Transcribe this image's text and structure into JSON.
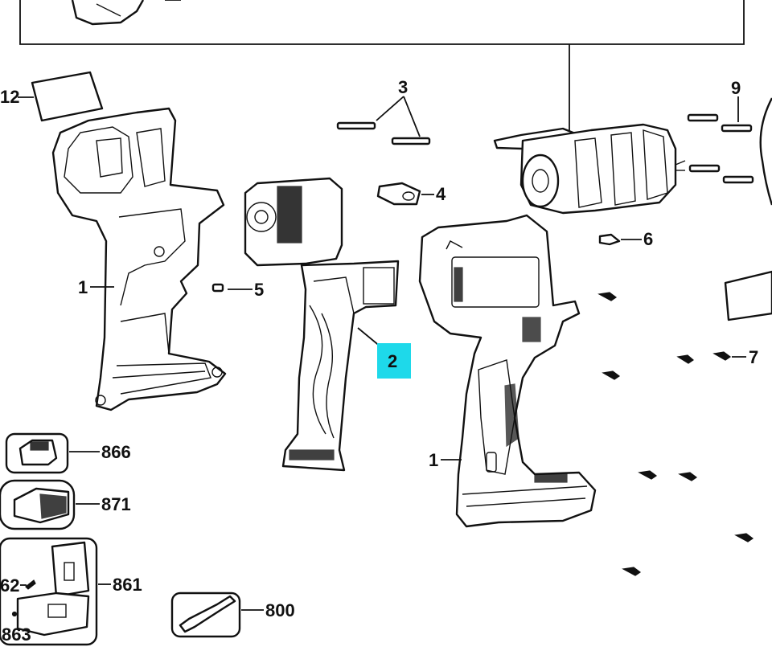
{
  "colors": {
    "highlight": "#1ed9ea",
    "line": "#111111",
    "background": "#ffffff"
  },
  "callouts": {
    "c12": "12",
    "c3": "3",
    "c9": "9",
    "c4": "4",
    "c6": "6",
    "c1_left": "1",
    "c5": "5",
    "c2": "2",
    "c7": "7",
    "c1_right": "1",
    "c866": "866",
    "c871": "871",
    "c861": "861",
    "c62": "62",
    "c863": "863",
    "c800": "800"
  },
  "parts": [
    {
      "id": "12",
      "name": "label"
    },
    {
      "id": "1",
      "name": "housing"
    },
    {
      "id": "2",
      "name": "motor and switch",
      "highlighted": true
    },
    {
      "id": "3",
      "name": "pins"
    },
    {
      "id": "4",
      "name": "clip"
    },
    {
      "id": "5",
      "name": "pin"
    },
    {
      "id": "6",
      "name": "nut"
    },
    {
      "id": "7",
      "name": "screws"
    },
    {
      "id": "9",
      "name": "screws"
    },
    {
      "id": "866",
      "name": "battery"
    },
    {
      "id": "871",
      "name": "charger"
    },
    {
      "id": "861",
      "name": "case"
    },
    {
      "id": "800",
      "name": "tool"
    }
  ]
}
